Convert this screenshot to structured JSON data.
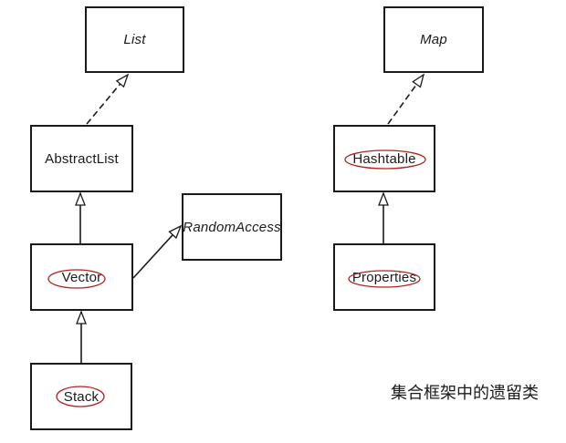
{
  "diagram": {
    "caption": "集合框架中的遗留类",
    "highlight_color": "#b22222",
    "line_color": "#1a1a1a",
    "background_color": "#ffffff",
    "nodes": {
      "list": {
        "label": "List",
        "stereotype": "interface",
        "highlighted": false
      },
      "map": {
        "label": "Map",
        "stereotype": "interface",
        "highlighted": false
      },
      "abstract_list": {
        "label": "AbstractList",
        "stereotype": "class",
        "highlighted": false
      },
      "hashtable": {
        "label": "Hashtable",
        "stereotype": "class",
        "highlighted": true
      },
      "random_access": {
        "label": "RandomAccess",
        "stereotype": "interface",
        "highlighted": false
      },
      "vector": {
        "label": "Vector",
        "stereotype": "class",
        "highlighted": true
      },
      "properties": {
        "label": "Properties",
        "stereotype": "class",
        "highlighted": true
      },
      "stack": {
        "label": "Stack",
        "stereotype": "class",
        "highlighted": true
      }
    },
    "edges": [
      {
        "from": "AbstractList",
        "to": "List",
        "line": "dashed",
        "arrowhead": "open-triangle"
      },
      {
        "from": "Vector",
        "to": "AbstractList",
        "line": "solid",
        "arrowhead": "open-triangle"
      },
      {
        "from": "Vector",
        "to": "RandomAccess",
        "line": "solid",
        "arrowhead": "open-triangle"
      },
      {
        "from": "Stack",
        "to": "Vector",
        "line": "solid",
        "arrowhead": "open-triangle"
      },
      {
        "from": "Hashtable",
        "to": "Map",
        "line": "dashed",
        "arrowhead": "open-triangle"
      },
      {
        "from": "Properties",
        "to": "Hashtable",
        "line": "solid",
        "arrowhead": "open-triangle"
      }
    ]
  }
}
